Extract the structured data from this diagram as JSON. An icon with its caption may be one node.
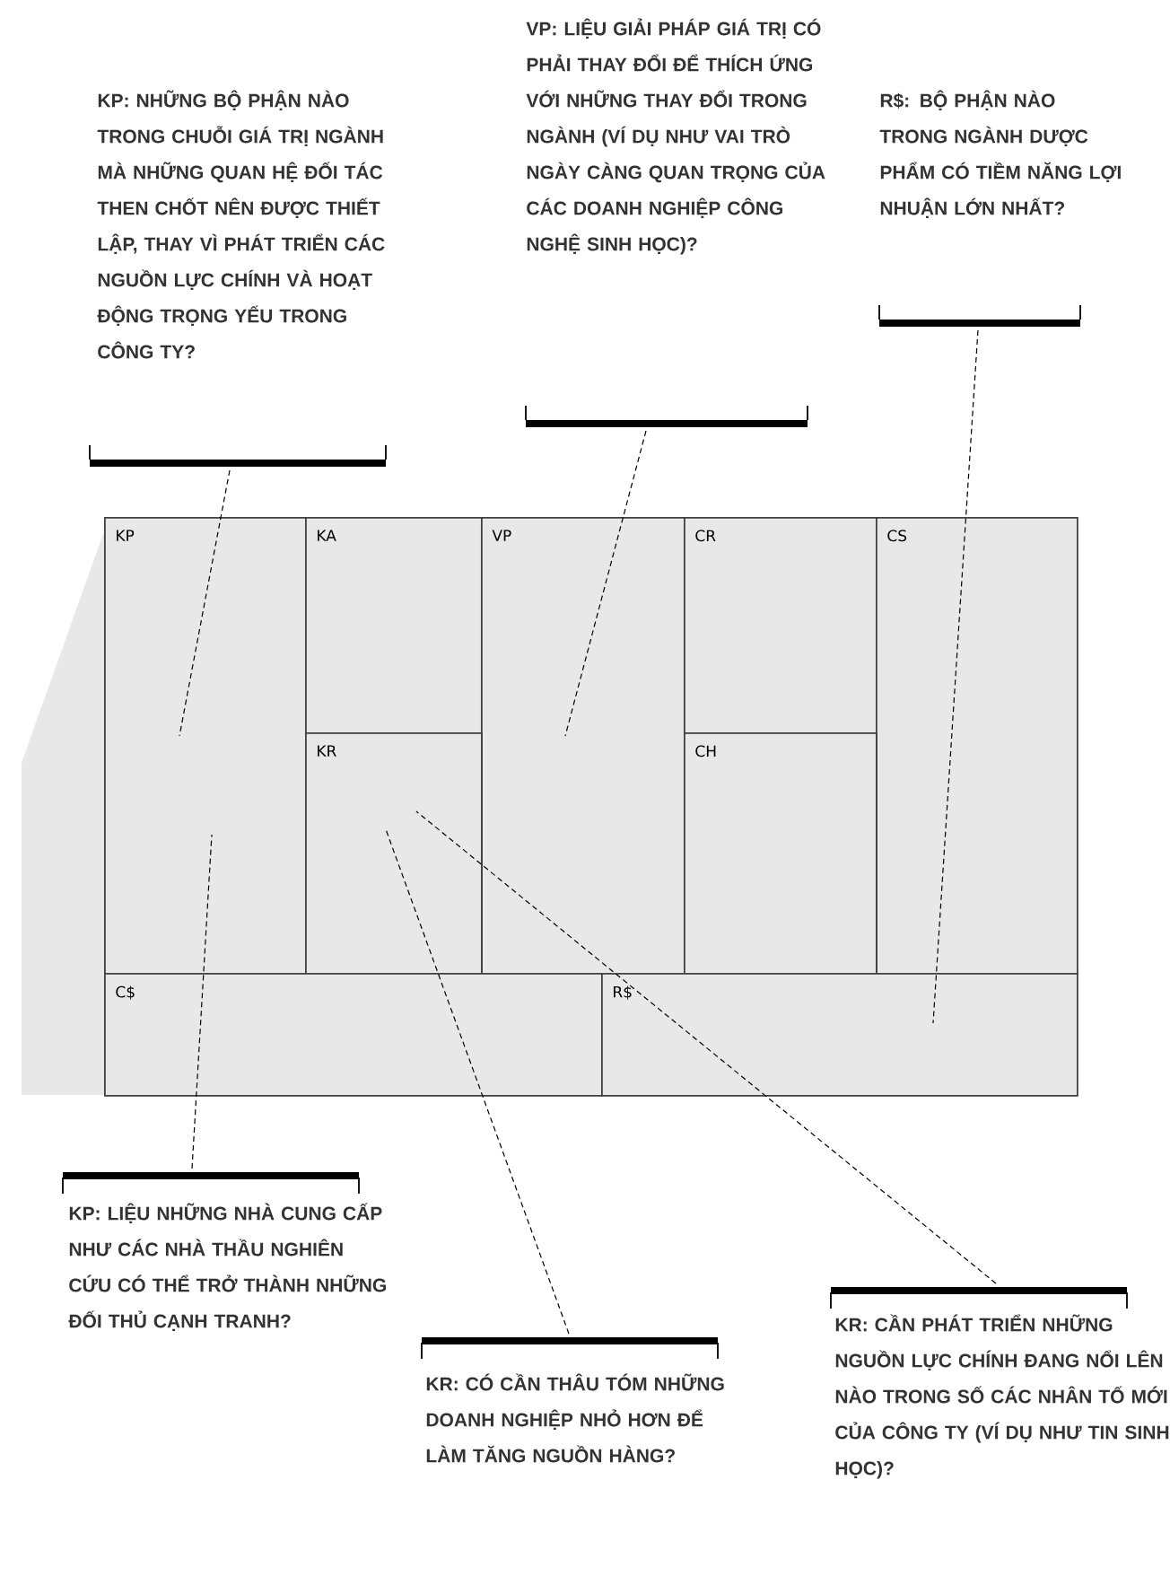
{
  "diagram": {
    "nodes": [
      {
        "text": [
          "KP: NHỮNG BỘ PHẬN NÀO TRONG CHUỖI GIÁ TRỊ NGÀNH MÀ NHỮNG QUAN HỆ ĐỐI TÁC THEN CHỐT NÊN ĐƯỢC THIẾT LẬP, THAY VÌ PHÁT TRIỂN CÁC NGUỒN LỰC CHÍNH VÀ HOẠT ĐỘNG TRỌNG YẾU TRONG CÔNG TY?"
        ]
      },
      {
        "text": [
          "VP: LIỆU GIẢI PHÁP GIÁ TRỊ CÓ PHẢI THAY ĐỔI ĐỂ THÍCH ỨNG VỚI NHỮNG THAY ĐỔI TRONG NGÀNH (VÍ DỤ NHƯ VAI TRÒ NGÀY CÀNG QUAN TRỌNG CỦA CÁC DOANH NGHIỆP CÔNG NGHỆ SINH HỌC)?"
        ]
      },
      {
        "text": [
          "R$: BỘ PHẬN NÀO TRONG NGÀNH DƯỢC PHẨM CÓ TIỀM NĂNG LỢI NHUẬN LỚN NHẤT?"
        ]
      },
      {
        "text": [
          "KP"
        ]
      },
      {
        "text": [
          "KA"
        ]
      },
      {
        "text": [
          "VP"
        ]
      },
      {
        "text": [
          "CR"
        ]
      },
      {
        "text": [
          "CS"
        ]
      },
      {
        "text": [
          "KR"
        ]
      },
      {
        "text": [
          "CH"
        ]
      },
      {
        "text": [
          "C$"
        ]
      },
      {
        "text": [
          "R$"
        ]
      },
      {
        "text": [
          "KP: LIỆU NHỮNG NHÀ CUNG CẤP NHƯ CÁC NHÀ THẦU NGHIÊN CỨU CÓ THỂ TRỞ THÀNH NHỮNG ĐỐI THỦ CẠNH TRANH?"
        ]
      },
      {
        "text": [
          "KR: CÓ CẦN THÂU TÓM NHỮNG DOANH NGHIỆP NHỎ HƠN ĐỂ LÀM TĂNG NGUỒN HÀNG?"
        ]
      },
      {
        "text": [
          "KR: CẦN PHÁT TRIỂN NHỮNG NGUỒN LỰC CHÍNH ĐANG NỔI LÊN NÀO TRONG SỐ CÁC NHÂN TỐ MỚI CỦA CÔNG TY (VÍ DỤ NHƯ TIN SINH HỌC)?"
        ]
      }
    ],
    "edges": [
      {
        "from": 0,
        "to": 3,
        "arrow": "none",
        "style": "dashed"
      },
      {
        "from": 1,
        "to": 5,
        "arrow": "none",
        "style": "dashed"
      },
      {
        "from": 2,
        "to": 11,
        "arrow": "none",
        "style": "dashed"
      },
      {
        "from": 12,
        "to": 3,
        "arrow": "none",
        "style": "dashed"
      },
      {
        "from": 13,
        "to": 8,
        "arrow": "none",
        "style": "dashed"
      },
      {
        "from": 14,
        "to": 8,
        "arrow": "none",
        "style": "dashed"
      }
    ]
  }
}
